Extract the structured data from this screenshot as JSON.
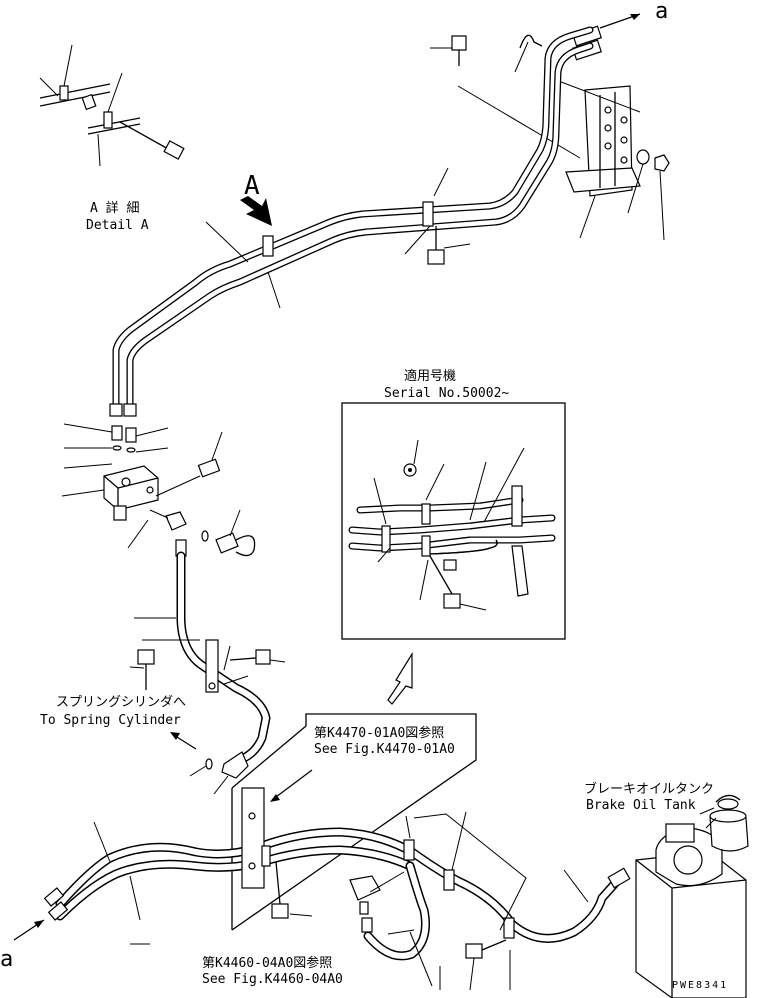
{
  "labels": {
    "ref_a_top": "a",
    "ref_a_bottom": "a",
    "detail_arrow": "A",
    "detail_jp": "A 詳 細",
    "detail_en": "Detail A",
    "serial_jp": "適用号機",
    "serial_en": "Serial No.50002~",
    "spring_jp": "スプリングシリンダへ",
    "spring_en": "To Spring Cylinder",
    "ref1_jp": "第K4470-01A0図参照",
    "ref1_en": "See Fig.K4470-01A0",
    "ref2_jp": "第K4460-04A0図参照",
    "ref2_en": "See Fig.K4460-04A0",
    "tank_jp": "ブレーキオイルタンク",
    "tank_en": "Brake Oil Tank",
    "drawing_code": "PWE8341"
  }
}
